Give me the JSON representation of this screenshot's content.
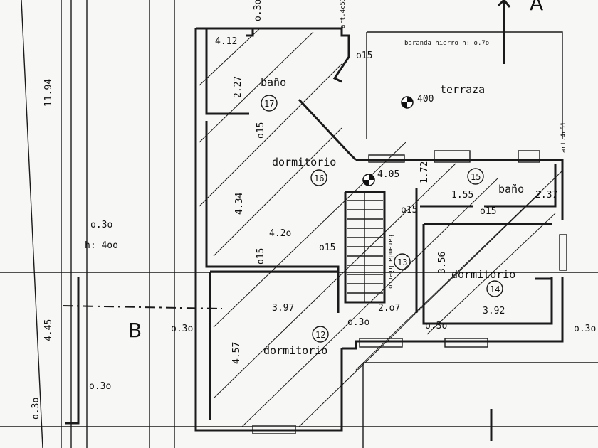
{
  "labels": {
    "section_a": "A",
    "section_b": "B",
    "railing": "baranda hierro h: o.7o",
    "art": "art.4c51",
    "stair_railing": "baranda hierro"
  },
  "rooms": {
    "bano_upper": {
      "name": "baño",
      "number": "17"
    },
    "terraza": {
      "name": "terraza"
    },
    "dormitorio_16": {
      "name": "dormitorio",
      "number": "16"
    },
    "bano_15": {
      "name": "baño",
      "number": "15"
    },
    "stair": {
      "number": "13"
    },
    "dormitorio_14": {
      "name": "dormitorio",
      "number": "14"
    },
    "dormitorio_12": {
      "name": "dormitorio",
      "number": "12"
    }
  },
  "levels": {
    "terrace": "400",
    "hall": "4.05"
  },
  "dims": {
    "d412": "4.12",
    "o15": "o15",
    "d227": "2.27",
    "d172": "1.72",
    "d155": "1.55",
    "d237": "2.37",
    "d434": "4.34",
    "d420": "4.2o",
    "d356": "3.56",
    "d397": "3.97",
    "d207": "2.o7",
    "d392": "3.92",
    "o30": "o.3o",
    "d457": "4.57",
    "h400": "h: 4oo",
    "d445": "4.45",
    "d1194": "11.94"
  }
}
